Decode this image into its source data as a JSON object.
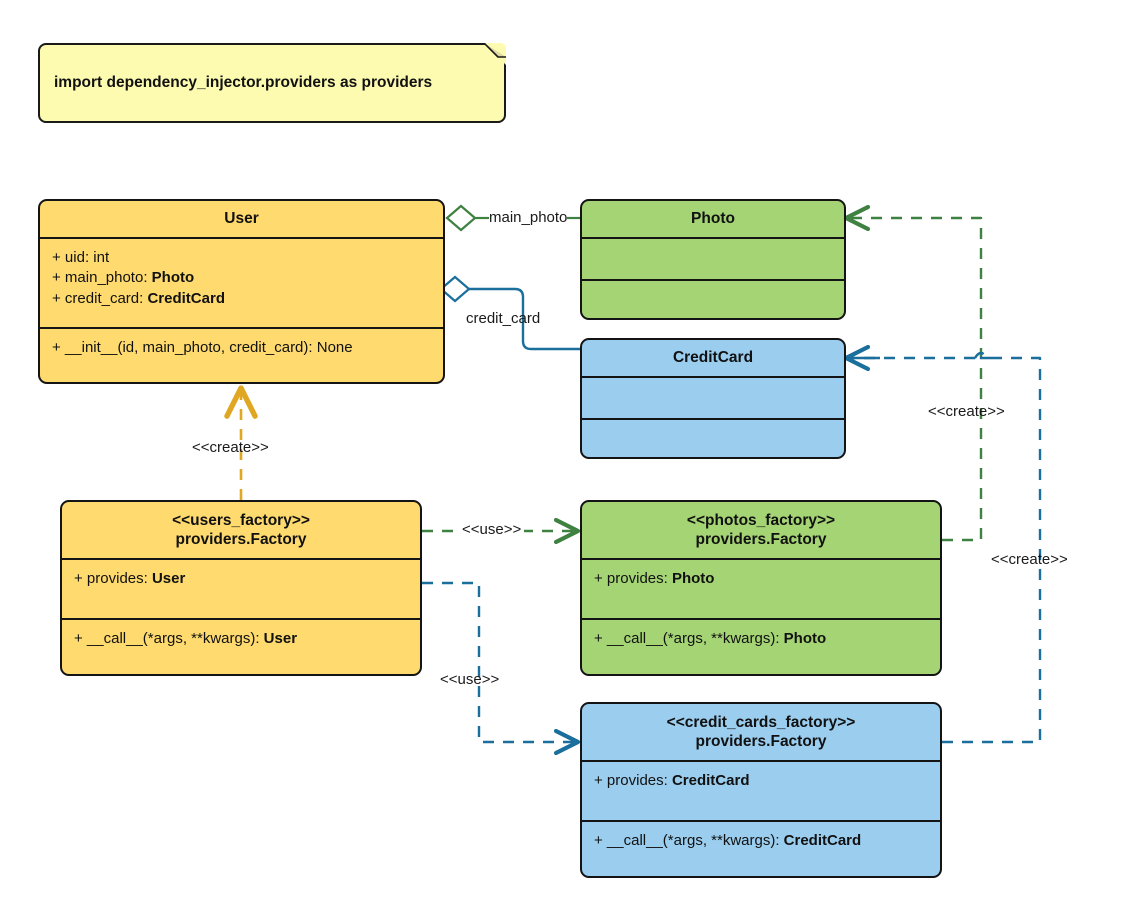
{
  "diagram": {
    "type": "uml-class-diagram",
    "title": "dependency_injector providers factory diagram",
    "colors": {
      "yellow_fill": "#ffda6e",
      "green_fill": "#a5d475",
      "blue_fill": "#9bcdef",
      "note_fill": "#fdfbb0",
      "border": "#141414",
      "green_line": "#3f8141",
      "blue_line": "#1a6f9c",
      "orange_line": "#e0a723"
    }
  },
  "note": {
    "text": "import dependency_injector.providers as providers"
  },
  "classes": {
    "user": {
      "name": "User",
      "stereotype": "",
      "attributes": [
        {
          "prefix": "+ uid: ",
          "type": "int",
          "type_bold": false
        },
        {
          "prefix": "+ main_photo: ",
          "type": "Photo",
          "type_bold": true
        },
        {
          "prefix": "+ credit_card: ",
          "type": "CreditCard",
          "type_bold": true
        }
      ],
      "methods": [
        {
          "prefix": "+ __init__(id, main_photo, credit_card): ",
          "type": "None",
          "type_bold": false
        }
      ]
    },
    "photo": {
      "name": "Photo",
      "stereotype": "",
      "attributes": [],
      "methods": []
    },
    "credit_card": {
      "name": "CreditCard",
      "stereotype": "",
      "attributes": [],
      "methods": []
    },
    "users_factory": {
      "stereotype": "<<users_factory>>",
      "name": "providers.Factory",
      "attributes": [
        {
          "prefix": "+ provides: ",
          "type": "User",
          "type_bold": true
        }
      ],
      "methods": [
        {
          "prefix": "+ __call__(*args, **kwargs): ",
          "type": "User",
          "type_bold": true
        }
      ]
    },
    "photos_factory": {
      "stereotype": "<<photos_factory>>",
      "name": "providers.Factory",
      "attributes": [
        {
          "prefix": "+ provides: ",
          "type": "Photo",
          "type_bold": true
        }
      ],
      "methods": [
        {
          "prefix": "+ __call__(*args, **kwargs): ",
          "type": "Photo",
          "type_bold": true
        }
      ]
    },
    "credit_cards_factory": {
      "stereotype": "<<credit_cards_factory>>",
      "name": "providers.Factory",
      "attributes": [
        {
          "prefix": "+ provides: ",
          "type": "CreditCard",
          "type_bold": true
        }
      ],
      "methods": [
        {
          "prefix": "+ __call__(*args, **kwargs): ",
          "type": "CreditCard",
          "type_bold": true
        }
      ]
    }
  },
  "relations": [
    {
      "id": "user-main-photo",
      "from": "User",
      "to": "Photo",
      "kind": "aggregation",
      "label": "main_photo",
      "color": "#3f8141"
    },
    {
      "id": "user-credit-card",
      "from": "User",
      "to": "CreditCard",
      "kind": "aggregation",
      "label": "credit_card",
      "color": "#1a6f9c"
    },
    {
      "id": "users-factory-creates-user",
      "from": "users_factory",
      "to": "User",
      "kind": "dependency",
      "label": "<<create>>",
      "color": "#e0a723"
    },
    {
      "id": "users-factory-uses-photos-factory",
      "from": "users_factory",
      "to": "photos_factory",
      "kind": "dependency",
      "label": "<<use>>",
      "color": "#3f8141"
    },
    {
      "id": "users-factory-uses-credit-cards-factory",
      "from": "users_factory",
      "to": "credit_cards_factory",
      "kind": "dependency",
      "label": "<<use>>",
      "color": "#1a6f9c"
    },
    {
      "id": "photos-factory-creates-photo",
      "from": "photos_factory",
      "to": "Photo",
      "kind": "dependency",
      "label": "<<create>>",
      "color": "#3f8141"
    },
    {
      "id": "credit-cards-factory-creates-credit-card",
      "from": "credit_cards_factory",
      "to": "CreditCard",
      "kind": "dependency",
      "label": "<<create>>",
      "color": "#1a6f9c"
    }
  ],
  "labels": {
    "main_photo": "main_photo",
    "credit_card": "credit_card",
    "create_user": "<<create>>",
    "use_photos": "<<use>>",
    "use_credit_cards": "<<use>>",
    "create_photo": "<<create>>",
    "create_credit_card": "<<create>>"
  }
}
